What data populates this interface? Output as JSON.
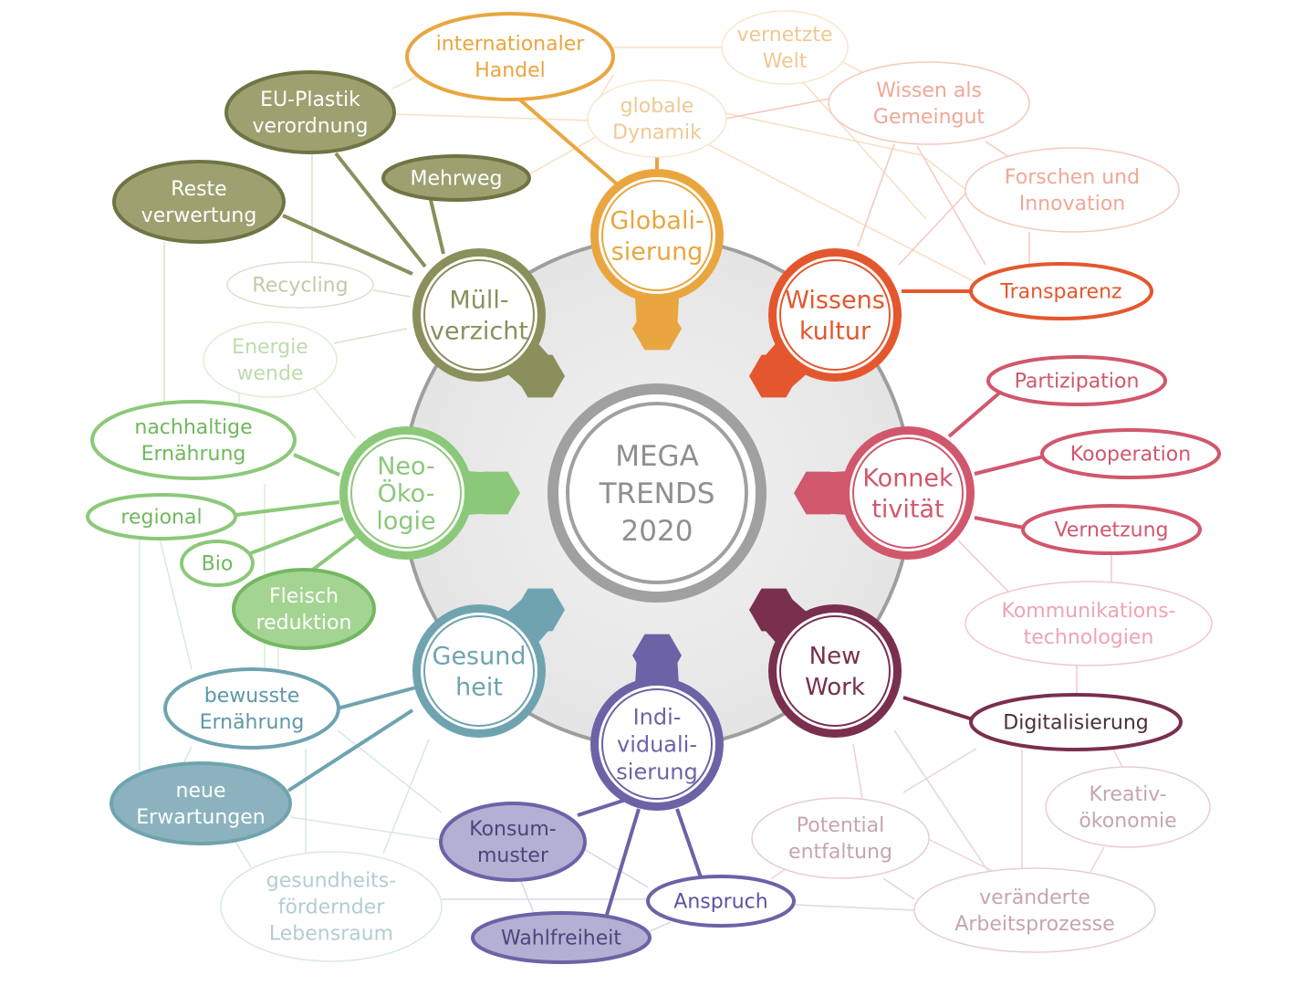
{
  "center": {
    "lines": [
      "MEGA",
      "TRENDS",
      "2020"
    ]
  },
  "hubs": [
    {
      "id": "globalisierung",
      "lines": [
        "Globali-",
        "sierung"
      ],
      "color": "#e9a63f"
    },
    {
      "id": "wissenskultur",
      "lines": [
        "Wissens",
        "kultur"
      ],
      "color": "#e4572e"
    },
    {
      "id": "konnektivitaet",
      "lines": [
        "Konnek",
        "tivität"
      ],
      "color": "#d1576c"
    },
    {
      "id": "new-work",
      "lines": [
        "New",
        "Work"
      ],
      "color": "#7a2f4f"
    },
    {
      "id": "individualisierung",
      "lines": [
        "Indi-",
        "viduali-",
        "sierung"
      ],
      "color": "#6b63a6"
    },
    {
      "id": "gesundheit",
      "lines": [
        "Gesund",
        "heit"
      ],
      "color": "#6fa3b0"
    },
    {
      "id": "neo-oekologie",
      "lines": [
        "Neo-",
        "Öko-",
        "logie"
      ],
      "color": "#8cc87a"
    },
    {
      "id": "muellverzicht",
      "lines": [
        "Müll-",
        "verzicht"
      ],
      "color": "#8a8f5c"
    }
  ],
  "nodes": [
    {
      "id": "internationaler-handel",
      "lines": [
        "internationaler",
        "Handel"
      ]
    },
    {
      "id": "vernetzte-welt",
      "lines": [
        "vernetzte",
        "Welt"
      ]
    },
    {
      "id": "globale-dynamik",
      "lines": [
        "globale",
        "Dynamik"
      ]
    },
    {
      "id": "wissen-als-gemeingut",
      "lines": [
        "Wissen als",
        "Gemeingut"
      ]
    },
    {
      "id": "forschen-und-innovation",
      "lines": [
        "Forschen und",
        "Innovation"
      ]
    },
    {
      "id": "transparenz",
      "lines": [
        "Transparenz"
      ]
    },
    {
      "id": "partizipation",
      "lines": [
        "Partizipation"
      ]
    },
    {
      "id": "kooperation",
      "lines": [
        "Kooperation"
      ]
    },
    {
      "id": "vernetzung",
      "lines": [
        "Vernetzung"
      ]
    },
    {
      "id": "kommunikationstechnologien",
      "lines": [
        "Kommunikations-",
        "technologien"
      ]
    },
    {
      "id": "digitalisierung",
      "lines": [
        "Digitalisierung"
      ]
    },
    {
      "id": "kreativoekonomie",
      "lines": [
        "Kreativ-",
        "ökonomie"
      ]
    },
    {
      "id": "potentialentfaltung",
      "lines": [
        "Potential",
        "entfaltung"
      ]
    },
    {
      "id": "veraenderte-arbeitsprozesse",
      "lines": [
        "veränderte",
        "Arbeitsprozesse"
      ]
    },
    {
      "id": "anspruch",
      "lines": [
        "Anspruch"
      ]
    },
    {
      "id": "wahlfreiheit",
      "lines": [
        "Wahlfreiheit"
      ]
    },
    {
      "id": "konsummuster",
      "lines": [
        "Konsum-",
        "muster"
      ]
    },
    {
      "id": "gesundheitsfoerdernder-lebensraum",
      "lines": [
        "gesundheits-",
        "fördernder",
        "Lebensraum"
      ]
    },
    {
      "id": "neue-erwartungen",
      "lines": [
        "neue",
        "Erwartungen"
      ]
    },
    {
      "id": "bewusste-ernaehrung",
      "lines": [
        "bewusste",
        "Ernährung"
      ]
    },
    {
      "id": "fleischreduktion",
      "lines": [
        "Fleisch",
        "reduktion"
      ]
    },
    {
      "id": "bio",
      "lines": [
        "Bio"
      ]
    },
    {
      "id": "regional",
      "lines": [
        "regional"
      ]
    },
    {
      "id": "nachhaltige-ernaehrung",
      "lines": [
        "nachhaltige",
        "Ernährung"
      ]
    },
    {
      "id": "energiewende",
      "lines": [
        "Energie",
        "wende"
      ]
    },
    {
      "id": "recycling",
      "lines": [
        "Recycling"
      ]
    },
    {
      "id": "resteverwertung",
      "lines": [
        "Reste",
        "verwertung"
      ]
    },
    {
      "id": "eu-plastikverordnung",
      "lines": [
        "EU-Plastik",
        "verordnung"
      ]
    },
    {
      "id": "mehrweg",
      "lines": [
        "Mehrweg"
      ]
    }
  ]
}
